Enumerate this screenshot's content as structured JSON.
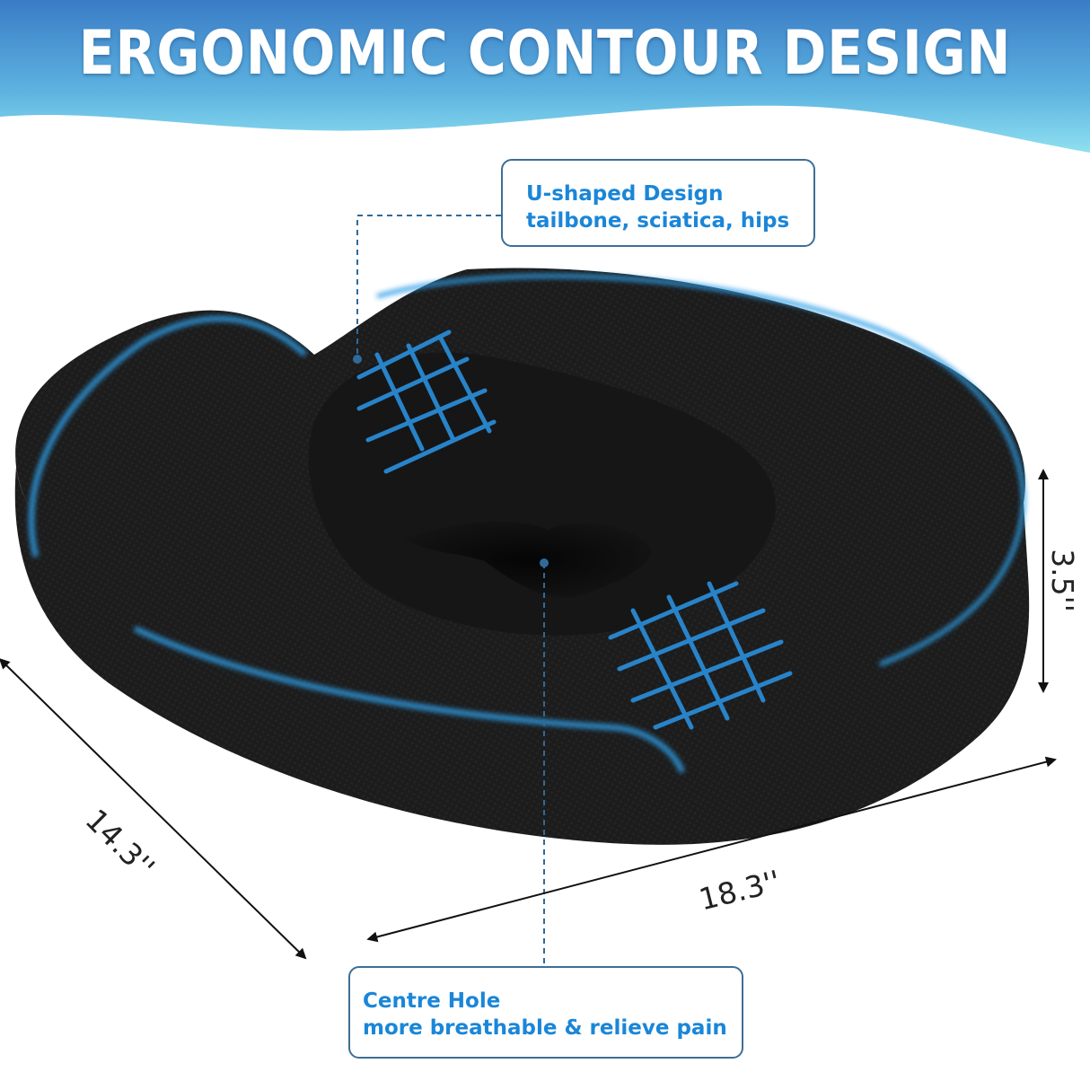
{
  "banner": {
    "title": "ERGONOMIC CONTOUR DESIGN",
    "colors": {
      "top": "#3a7fc8",
      "bottom": "#7ad3ec"
    }
  },
  "callouts": {
    "u_shape": {
      "line1": "U-shaped Design",
      "line2": "tailbone, sciatica,  hips"
    },
    "centre_hole": {
      "line1": "Centre Hole",
      "line2": "more breathable & relieve pain"
    }
  },
  "dimensions": {
    "height": "3.5''",
    "depth": "14.3''",
    "width": "18.3''"
  },
  "colors": {
    "accent_blue": "#1a86d8",
    "cushion": "#1b1b1b",
    "glow": "#2f9fe8",
    "callout_border": "#3d6e96"
  }
}
